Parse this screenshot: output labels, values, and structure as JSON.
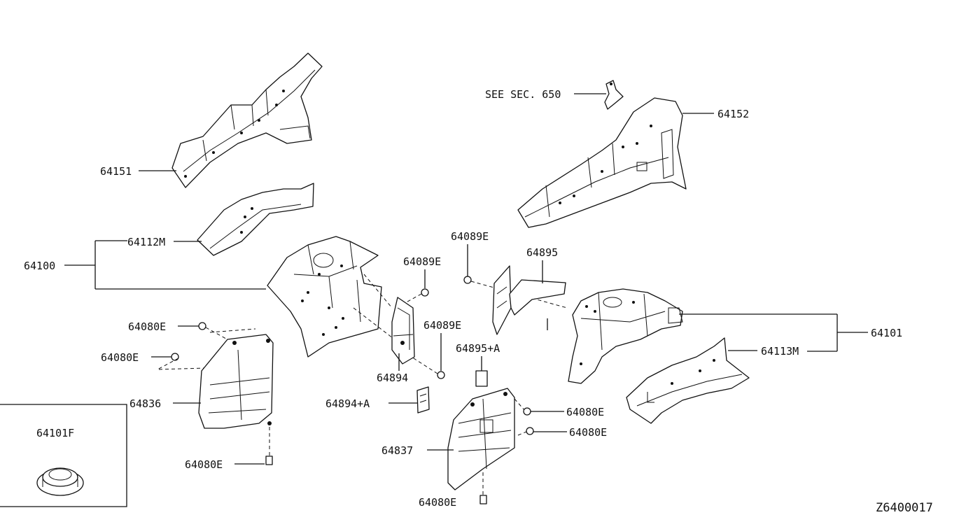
{
  "diagram_code": "Z6400017",
  "labels": {
    "p64151": "64151",
    "p64112m": "64112M",
    "p64100": "64100",
    "p64080e_1": "64080E",
    "p64080e_2": "64080E",
    "p64080e_3": "64080E",
    "p64080e_4": "64080E",
    "p64080e_5": "64080E",
    "p64080e_6": "64080E",
    "p64836": "64836",
    "p64101f": "64101F",
    "p64089e_1": "64089E",
    "p64089e_2": "64089E",
    "p64089e_3": "64089E",
    "p64894": "64894",
    "p64894a": "64894+A",
    "p64895": "64895",
    "p64895a": "64895+A",
    "p64837": "64837",
    "see_sec": "SEE SEC. 650",
    "p64152": "64152",
    "p64101": "64101",
    "p64113m": "64113M"
  }
}
